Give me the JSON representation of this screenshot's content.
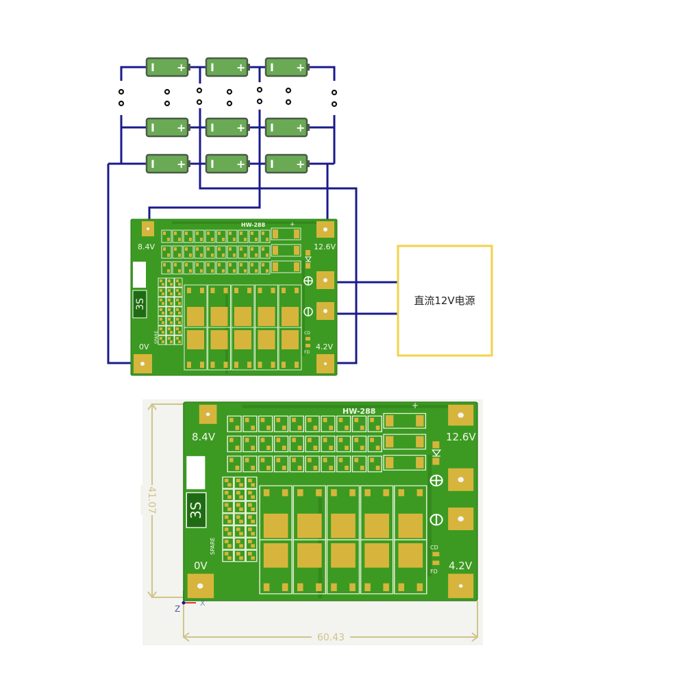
{
  "battery": {
    "minus_symbol": "I",
    "plus_symbol": "+"
  },
  "power_supply": {
    "label": "直流12V电源",
    "border_color": "#f2d24a"
  },
  "board": {
    "model": "HW-288",
    "cell_count": "3S",
    "spare_label": "SPARE",
    "pads": {
      "p84": "8.4V",
      "p126": "12.6V",
      "p0": "0V",
      "p42": "4.2V"
    },
    "plus_marking": "+",
    "cd_label": "CD",
    "fd_label": "FD"
  },
  "dimensions": {
    "height": "41.07",
    "width": "60.43"
  },
  "axes": {
    "x": "X",
    "z": "Z"
  },
  "colors": {
    "wire": "#1a1a8c",
    "pcb": "#3c9a22",
    "pad": "#d7b53c",
    "battery": "#6aaa55"
  }
}
